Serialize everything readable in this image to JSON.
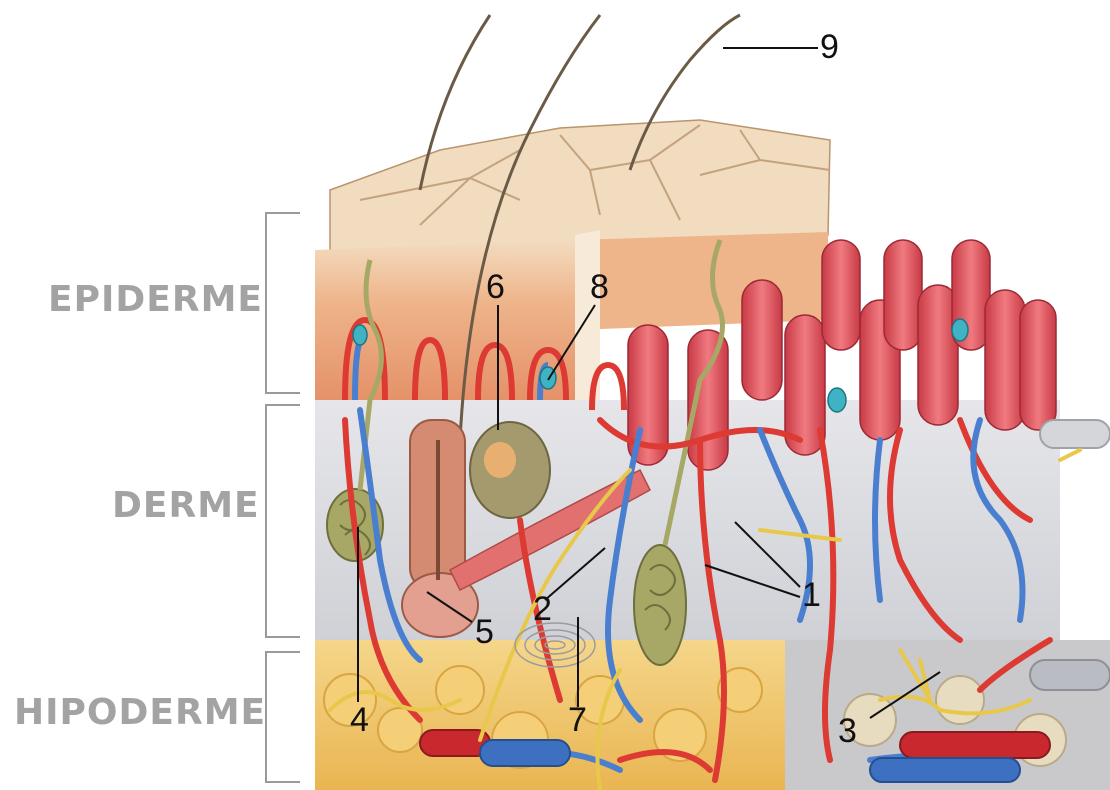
{
  "layers": {
    "epiderme": "EPIDERME",
    "derme": "DERME",
    "hipoderme": "HIPODERME"
  },
  "callouts": [
    "1",
    "2",
    "3",
    "4",
    "5",
    "6",
    "7",
    "8",
    "9"
  ],
  "colors": {
    "label_gray": "#a3a3a3",
    "epidermis": "#e9a378",
    "epidermis_top": "#f3dcc0",
    "papillae": "#e0505a",
    "dermis": "#d9dbe0",
    "hypodermis_fat": "#f2c469",
    "artery": "#dc3a32",
    "vein": "#4a7fd0",
    "nerve": "#e8c84a",
    "gland": "#a7a865",
    "hair": "#6b5a45",
    "receptor": "#3fb3c4"
  }
}
